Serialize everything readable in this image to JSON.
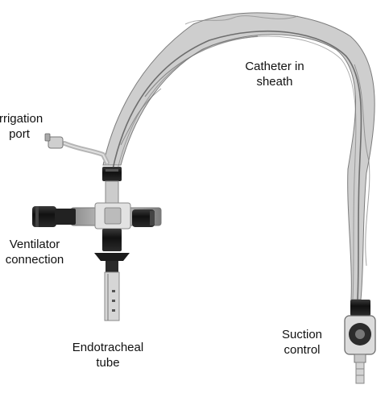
{
  "figure": {
    "labels": {
      "catheter": {
        "line1": "Catheter in",
        "line2": "sheath"
      },
      "irrigation": {
        "line1": "Irrigation",
        "line2": "port"
      },
      "ventilator": {
        "line1": "Ventilator",
        "line2": "connection"
      },
      "endotracheal": {
        "line1": "Endotracheal",
        "line2": "tube"
      },
      "suction": {
        "line1": "Suction",
        "line2": "control"
      }
    },
    "colors": {
      "background": "#ffffff",
      "sheath": "#9a9a9a",
      "dark_plastic": "#1c1c1c",
      "connector": "#d8d8d8"
    }
  }
}
